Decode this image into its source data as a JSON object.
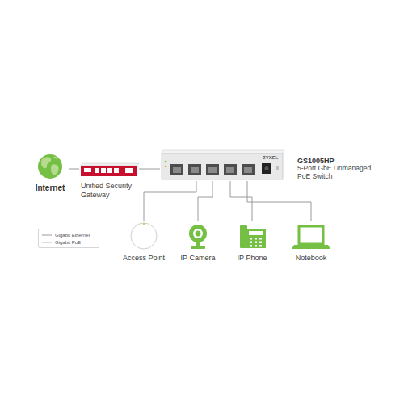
{
  "diagram": {
    "nodes": [
      {
        "text": [
          "Internet"
        ]
      },
      {
        "text": [
          "Unified Security Gateway"
        ]
      },
      {
        "text": [
          "GS1005HP",
          "5-Port GbE Unmanaged PoE Switch"
        ]
      },
      {
        "text": [
          "Access Point"
        ]
      },
      {
        "text": [
          "IP Camera"
        ]
      },
      {
        "text": [
          "IP Phone"
        ]
      },
      {
        "text": [
          "Notebook"
        ]
      }
    ],
    "edges": [
      {
        "from": 0,
        "to": 1,
        "arrow": "none"
      },
      {
        "from": 1,
        "to": 2,
        "arrow": "none"
      },
      {
        "from": 2,
        "to": 3,
        "arrow": "none"
      },
      {
        "from": 2,
        "to": 4,
        "arrow": "none"
      },
      {
        "from": 2,
        "to": 5,
        "arrow": "none"
      },
      {
        "from": 2,
        "to": 6,
        "arrow": "none"
      }
    ],
    "labels": [
      "ZYXEL"
    ],
    "legend": [
      {
        "text": "Gigabit Ethernet"
      },
      {
        "text": "Gigabit PoE"
      }
    ]
  }
}
